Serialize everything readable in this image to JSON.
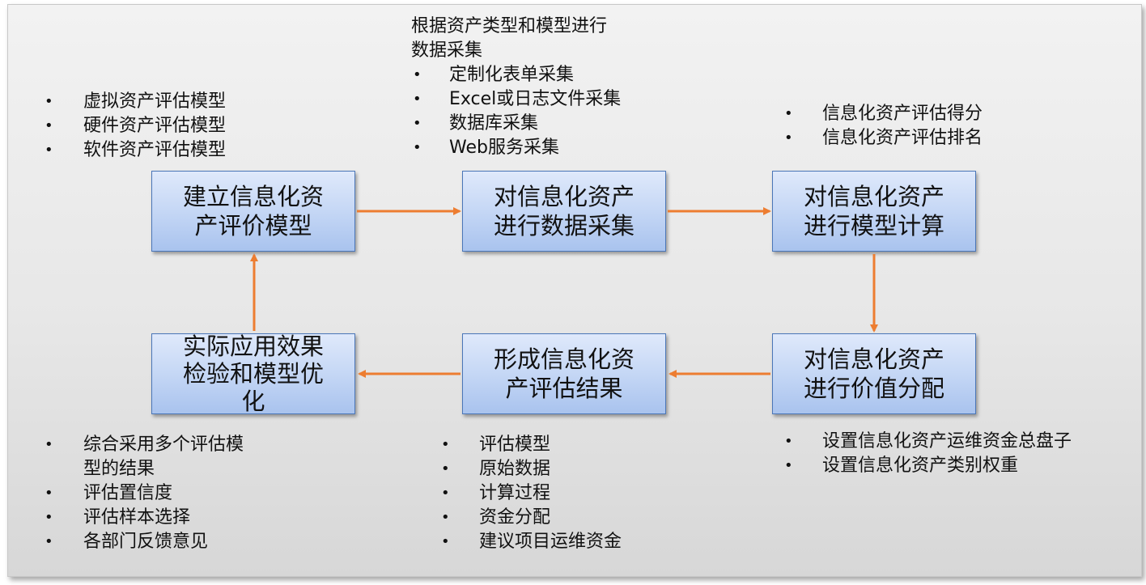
{
  "nodes": {
    "build_model": [
      "建立信息化资",
      "产评价模型"
    ],
    "collect_data": [
      "对信息化资产",
      "进行数据采集"
    ],
    "compute_model": [
      "对信息化资产",
      "进行模型计算"
    ],
    "allocate_value": [
      "对信息化资产",
      "进行价值分配"
    ],
    "form_result": [
      "形成信息化资",
      "产评估结果"
    ],
    "verify_optimize": [
      "实际应用效果",
      "检验和模型优",
      "化"
    ]
  },
  "bullet_symbol": "•",
  "notes": {
    "model_types": [
      "虚拟资产评估模型",
      "硬件资产评估模型",
      "软件资产评估模型"
    ],
    "collection": {
      "intro": [
        "根据资产类型和模型进行",
        "数据采集"
      ],
      "items": [
        "定制化表单采集",
        "Excel或日志文件采集",
        "数据库采集",
        "Web服务采集"
      ]
    },
    "compute_outputs": [
      "信息化资产评估得分",
      "信息化资产评估排名"
    ],
    "allocation": [
      "设置信息化资产运维资金总盘子",
      "设置信息化资产类别权重"
    ],
    "results": [
      "评估模型",
      "原始数据",
      "计算过程",
      "资金分配",
      "建议项目运维资金"
    ],
    "optimization": [
      "综合采用多个评估模型的结果",
      "评估置信度",
      "评估样本选择",
      "各部门反馈意见"
    ]
  },
  "colors": {
    "arrow": "#ed7d31",
    "node_border": "#4a76b8",
    "node_fill_top": "#dfe9fb",
    "node_fill_bottom": "#a9c3ee"
  }
}
